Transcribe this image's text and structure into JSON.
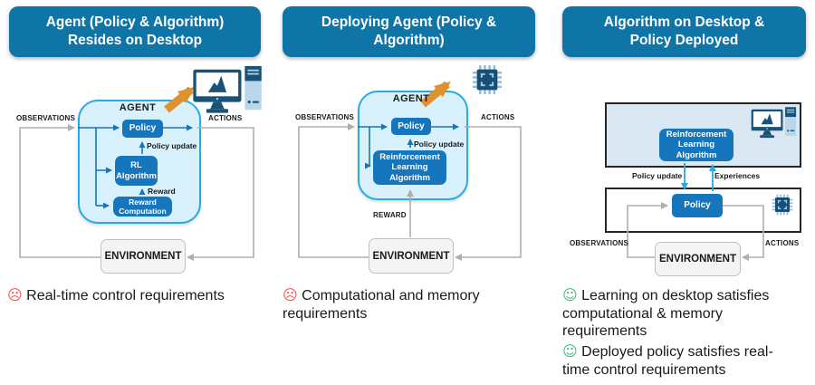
{
  "colors": {
    "header-bg": "#0F75A6",
    "box-blue": "#1576BE",
    "agent-fill": "#D9F1FC",
    "agent-border": "#29ABE2",
    "panel3-top-fill": "#D9E8F2",
    "env-fill": "#F4F4F4",
    "line-gray": "#AFAFAF",
    "line-cyan": "#2BA9DF",
    "arrow-orange": "#E0912F",
    "sad-red": "#FF4D4D",
    "smile-green": "#3DBE77"
  },
  "icons": {
    "panel1_target": "desktop-computer",
    "panel2_target": "embedded-chip",
    "panel3_desktop": "desktop-computer",
    "panel3_chip": "embedded-chip"
  },
  "panels": [
    {
      "title": "Agent (Policy & Algorithm)\nResides on Desktop",
      "diagram": {
        "agent_label": "AGENT",
        "observations": "OBSERVATIONS",
        "actions": "ACTIONS",
        "policy": "Policy",
        "policy_update": "Policy update",
        "algorithm": "RL\nAlgorithm",
        "reward": "Reward",
        "reward_computation": "Reward\nComputation",
        "environment": "ENVIRONMENT"
      },
      "bullets": [
        {
          "icon": "sad-face",
          "glyph": "☹",
          "text": "Real-time control requirements"
        }
      ]
    },
    {
      "title": "Deploying Agent (Policy &\nAlgorithm)",
      "diagram": {
        "agent_label": "AGENT",
        "observations": "OBSERVATIONS",
        "actions": "ACTIONS",
        "policy": "Policy",
        "policy_update": "Policy update",
        "algorithm": "Reinforcement\nLearning\nAlgorithm",
        "reward": "REWARD",
        "environment": "ENVIRONMENT"
      },
      "bullets": [
        {
          "icon": "sad-face",
          "glyph": "☹",
          "text": "Computational and memory requirements"
        }
      ]
    },
    {
      "title": "Algorithm on Desktop &\nPolicy Deployed",
      "diagram": {
        "algorithm": "Reinforcement\nLearning\nAlgorithm",
        "policy_update": "Policy update",
        "experiences": "Experiences",
        "policy": "Policy",
        "observations": "OBSERVATIONS",
        "actions": "ACTIONS",
        "environment": "ENVIRONMENT"
      },
      "bullets": [
        {
          "icon": "smiley-face",
          "glyph": "☺",
          "text": "Learning on desktop satisfies computational & memory requirements"
        },
        {
          "icon": "smiley-face",
          "glyph": "☺",
          "text": "Deployed policy satisfies real-time control requirements"
        }
      ]
    }
  ]
}
